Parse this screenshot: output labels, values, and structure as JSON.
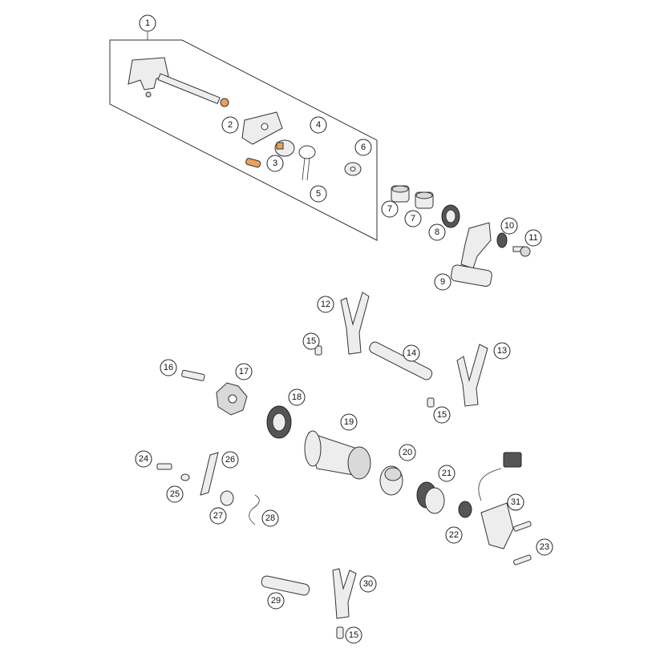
{
  "callouts": {
    "c1": "1",
    "c2": "2",
    "c3": "3",
    "c4": "4",
    "c5": "5",
    "c6": "6",
    "c7a": "7",
    "c7b": "7",
    "c8": "8",
    "c9": "9",
    "c10": "10",
    "c11": "11",
    "c12": "12",
    "c13": "13",
    "c14": "14",
    "c15a": "15",
    "c15b": "15",
    "c15c": "15",
    "c16": "16",
    "c17": "17",
    "c18": "18",
    "c19": "19",
    "c20": "20",
    "c21": "21",
    "c22": "22",
    "c23": "23",
    "c24": "24",
    "c25": "25",
    "c26": "26",
    "c27": "27",
    "c28": "28",
    "c29": "29",
    "c30": "30",
    "c31": "31"
  },
  "colors": {
    "accent_orange": "#e8a15a",
    "line": "#333333",
    "metal": "#d9d9d9"
  }
}
